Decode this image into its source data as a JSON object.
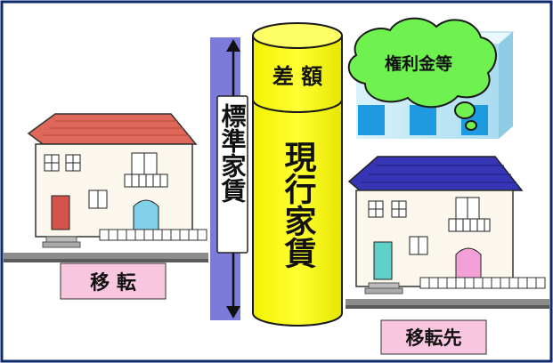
{
  "labels": {
    "old_location": "移 転",
    "new_location": "移転先",
    "difference": "差 額",
    "current_rent": "現行家賃",
    "standard_rent": "標準家賃",
    "key_money": "権利金等"
  },
  "colors": {
    "frame_border": "#0b2a6f",
    "ground": "#8c8c8c",
    "cylinder_yellow": "#ffff00",
    "cylinder_outline": "#1a1a1a",
    "standard_bar": "#7b7bd9",
    "cloud_green": "#6ff24f",
    "label_pink": "#f9c6e0",
    "building_blue": "#bfe8f6",
    "window_blue": "#1e9be0",
    "old_house_roof": "#e0685a",
    "new_house_roof": "#3535b5"
  },
  "icons": {
    "arrow": "double-headed-vertical-arrow",
    "house_old": "house-icon",
    "house_new": "house-icon",
    "building": "office-building-icon",
    "thought_cloud": "thought-bubble-icon"
  }
}
